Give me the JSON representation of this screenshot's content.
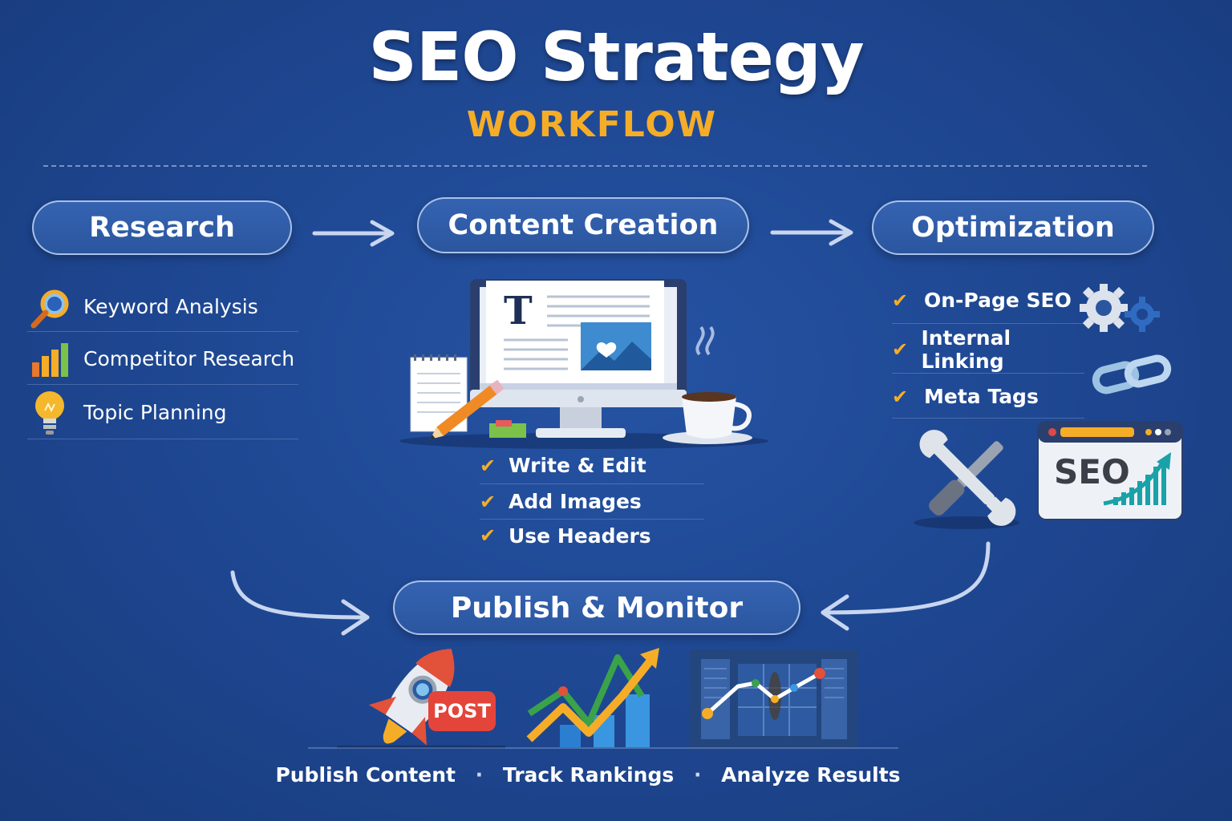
{
  "header": {
    "title": "SEO Strategy",
    "subtitle": "WORKFLOW"
  },
  "stages": {
    "research": {
      "label": "Research",
      "items": [
        {
          "label": "Keyword Analysis",
          "icon": "magnifier-icon"
        },
        {
          "label": "Competitor Research",
          "icon": "bar-chart-icon"
        },
        {
          "label": "Topic Planning",
          "icon": "lightbulb-icon"
        }
      ]
    },
    "content": {
      "label": "Content Creation",
      "items": [
        "Write & Edit",
        "Add Images",
        "Use Headers"
      ],
      "illustration": "computer-desk-icon"
    },
    "optimization": {
      "label": "Optimization",
      "items": [
        "On-Page SEO",
        "Internal Linking",
        "Meta Tags"
      ],
      "badge_text": "SEO"
    },
    "publish": {
      "label": "Publish & Monitor",
      "post_badge": "POST",
      "actions": [
        "Publish Content",
        "Track Rankings",
        "Analyze Results"
      ]
    }
  },
  "colors": {
    "background": "#1e4690",
    "accent": "#f5ad28",
    "pill": "#2b569f",
    "check": "#f5ad28"
  }
}
